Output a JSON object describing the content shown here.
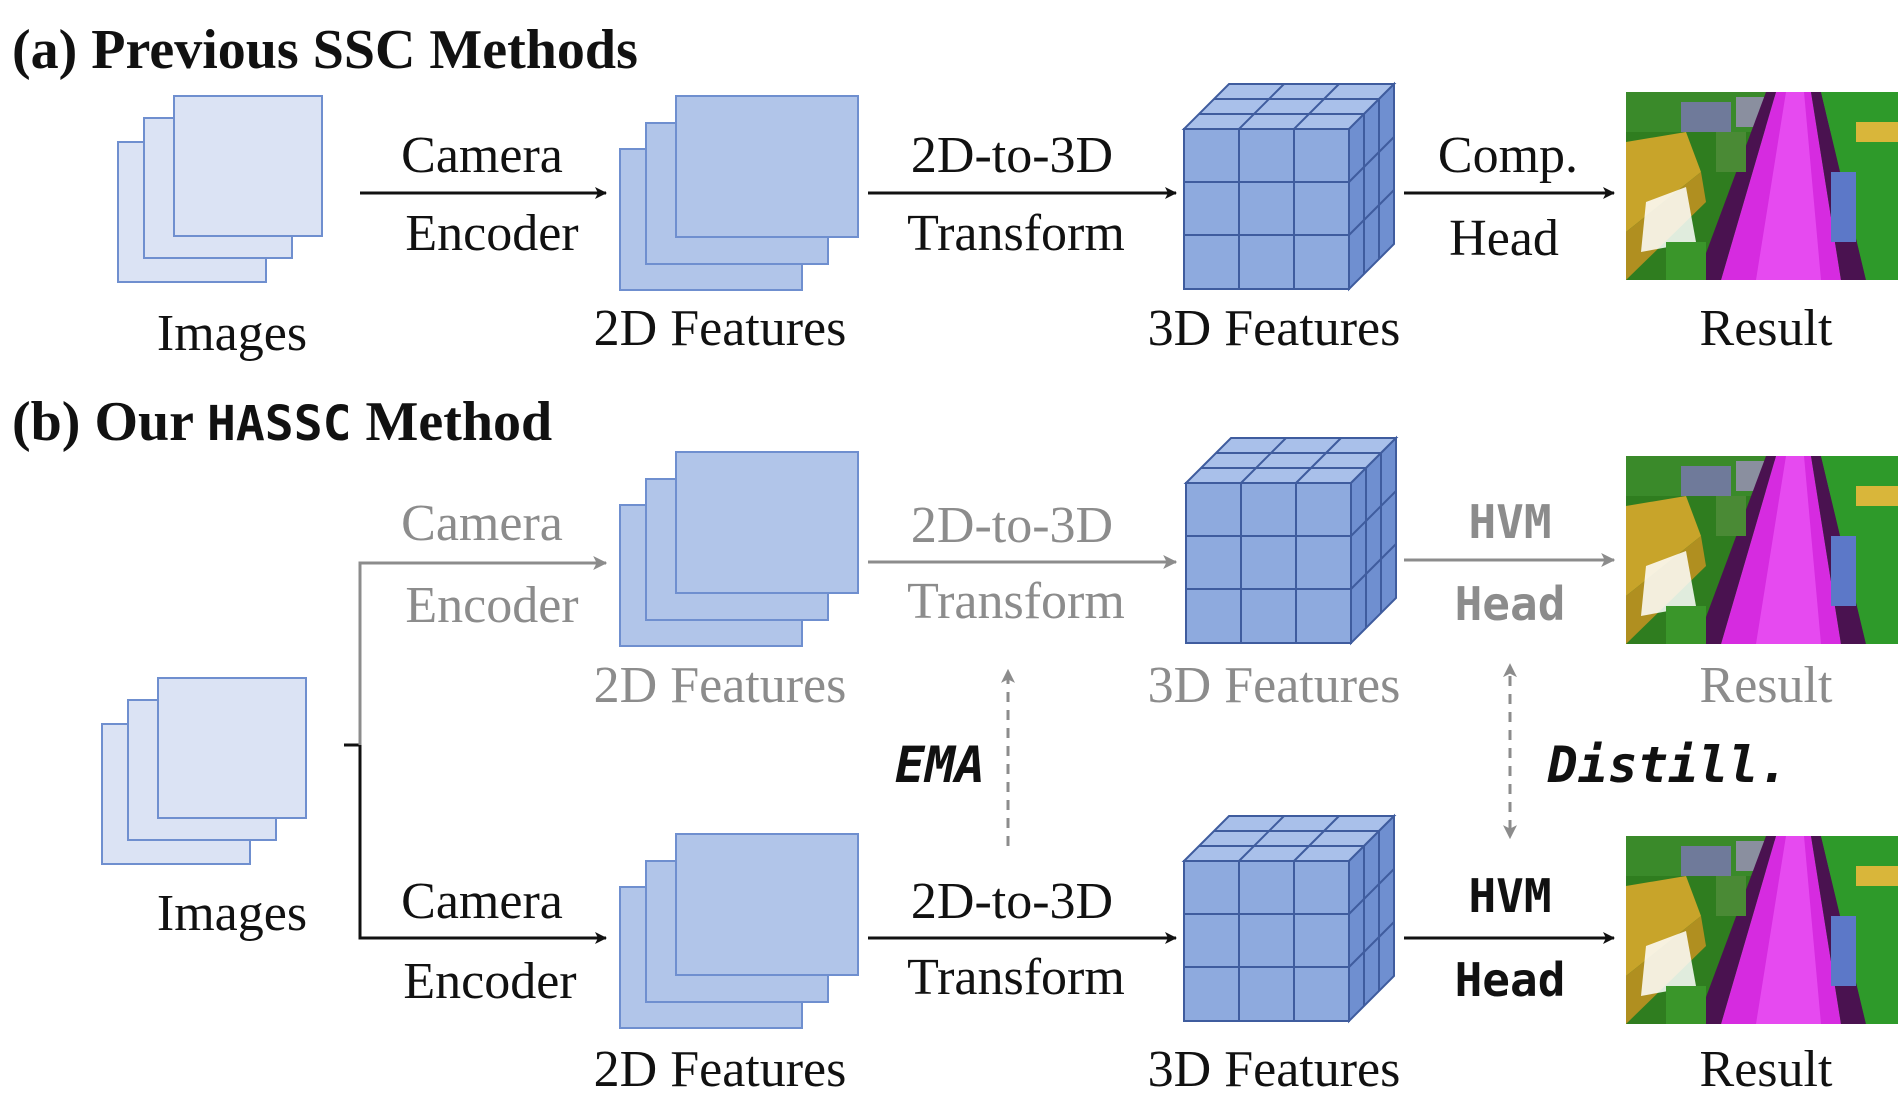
{
  "sections": {
    "a": {
      "prefix": "(a) Previous SSC Methods"
    },
    "b": {
      "prefix": "(b) Our ",
      "name": "HASSC",
      "suffix": " Method"
    }
  },
  "labels": {
    "images": "Images",
    "features_2d": "2D Features",
    "features_3d": "3D Features",
    "result": "Result",
    "camera": "Camera",
    "encoder": "Encoder",
    "transform_top": "2D-to-3D",
    "transform_bottom": "Transform",
    "comp": "Comp.",
    "head": "Head",
    "hvm": "HVM",
    "ema": "EMA",
    "distill": "Distill."
  },
  "colors": {
    "image_fill": "#dbe3f4",
    "image_stroke": "#6f8fcf",
    "feat2d_fill": "#b1c5e9",
    "feat2d_stroke": "#6f8fcf",
    "cube_front": "#8eaade",
    "cube_top": "#a9c0ea",
    "cube_side": "#6f8fd0",
    "cube_edge": "#3f5c9e",
    "arrow_dark": "#111111",
    "arrow_gray": "#8c8c8c"
  }
}
